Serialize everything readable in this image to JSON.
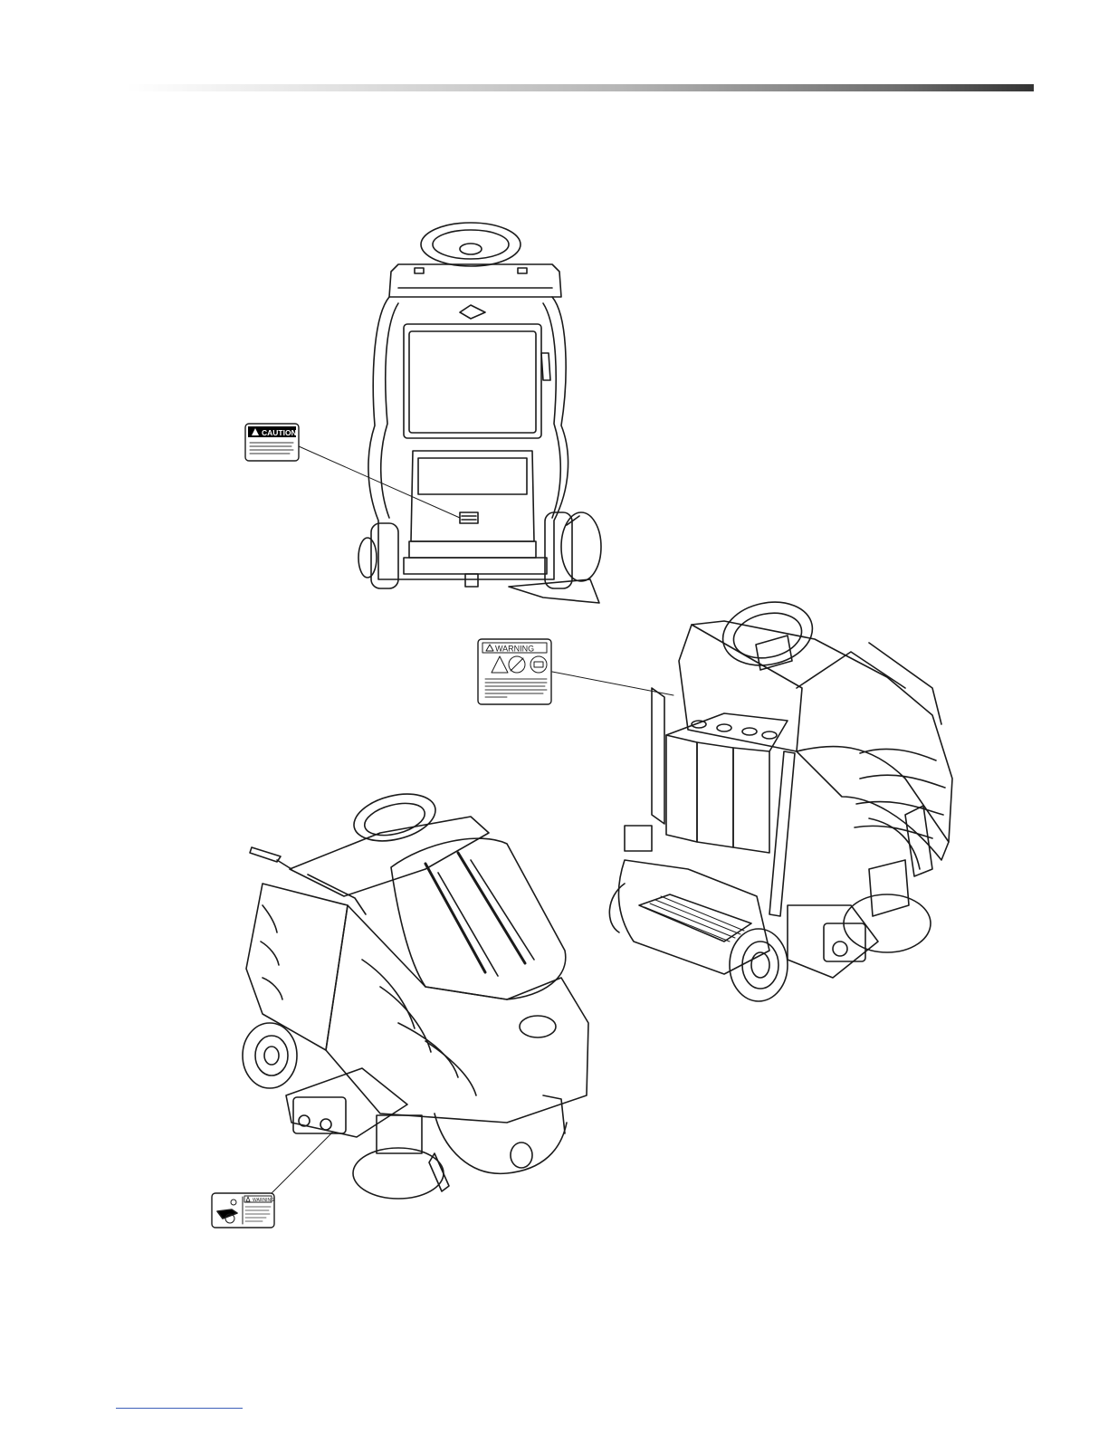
{
  "page": {
    "decals": {
      "caution": {
        "signal_word": "CAUTION"
      },
      "warning_battery": {
        "signal_word": "WARNING"
      },
      "warning_brush": {
        "signal_word": "WARNING"
      }
    }
  }
}
